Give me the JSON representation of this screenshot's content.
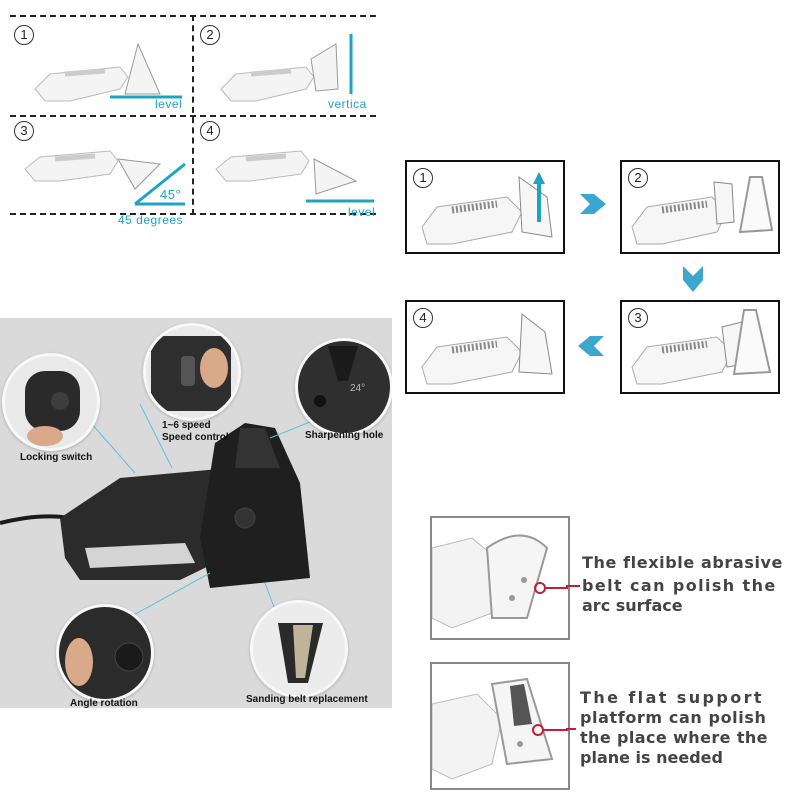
{
  "angle_grid": {
    "cells": [
      {
        "number": "1",
        "caption": "level"
      },
      {
        "number": "2",
        "caption": "vertica"
      },
      {
        "number": "3",
        "caption": "45 degrees",
        "angle_label": "45°"
      },
      {
        "number": "4",
        "caption": "level"
      }
    ]
  },
  "steps": [
    {
      "number": "1"
    },
    {
      "number": "2"
    },
    {
      "number": "3"
    },
    {
      "number": "4"
    }
  ],
  "photo": {
    "labels": {
      "locking_switch": "Locking switch",
      "speed_line1": "1~6 speed",
      "speed_line2": "Speed control",
      "sharpening_hole": "Sharpening hole",
      "angle_rotation": "Angle rotation",
      "belt_replacement": "Sanding belt replacement",
      "angle_marking": "24°"
    }
  },
  "details": [
    {
      "line1": "The flexible abrasive",
      "line2": "belt can polish the",
      "line3": "arc surface"
    },
    {
      "line1": "The flat support",
      "line2": "platform can polish",
      "line3": "the place where the",
      "line4": "plane is needed"
    }
  ],
  "colors": {
    "accent": "#1da3c4",
    "marker": "#c0203a"
  }
}
